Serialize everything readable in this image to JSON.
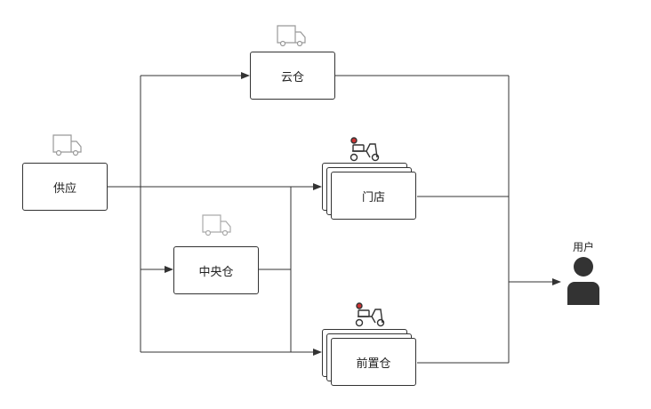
{
  "nodes": {
    "supply": {
      "label": "供应",
      "icon": "truck-icon"
    },
    "cloud_warehouse": {
      "label": "云仓",
      "icon": "truck-icon"
    },
    "central_warehouse": {
      "label": "中央仓",
      "icon": "truck-icon"
    },
    "store": {
      "label": "门店",
      "icon": "scooter-icon"
    },
    "front_warehouse": {
      "label": "前置仓",
      "icon": "scooter-icon"
    },
    "user": {
      "label": "用户",
      "icon": "user-icon"
    }
  },
  "edges": [
    {
      "from": "供应",
      "to": "云仓"
    },
    {
      "from": "供应",
      "to": "门店"
    },
    {
      "from": "供应",
      "to": "中央仓"
    },
    {
      "from": "供应",
      "to": "前置仓"
    },
    {
      "from": "中央仓",
      "to": "门店"
    },
    {
      "from": "中央仓",
      "to": "前置仓"
    },
    {
      "from": "云仓",
      "to": "用户"
    },
    {
      "from": "门店",
      "to": "用户"
    },
    {
      "from": "前置仓",
      "to": "用户"
    }
  ],
  "colors": {
    "line": "#333333",
    "icon_gray": "#999999",
    "icon_dark": "#333333"
  }
}
